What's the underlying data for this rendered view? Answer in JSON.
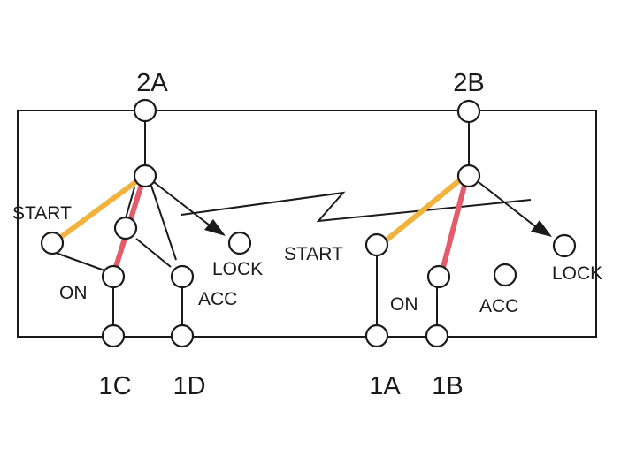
{
  "switch_a": {
    "top_terminal": "2A",
    "bottom_terminals": [
      "1C",
      "1D"
    ],
    "positions": {
      "start": "START",
      "on": "ON",
      "acc": "ACC",
      "lock": "LOCK"
    }
  },
  "switch_b": {
    "top_terminal": "2B",
    "bottom_terminals": [
      "1A",
      "1B"
    ],
    "positions": {
      "start": "START",
      "on": "ON",
      "acc": "ACC",
      "lock": "LOCK"
    }
  },
  "colors": {
    "start_jumper": "#f2b33d",
    "on_jumper": "#e45c6a",
    "line": "#1a1a1a",
    "background": "#ffffff"
  }
}
